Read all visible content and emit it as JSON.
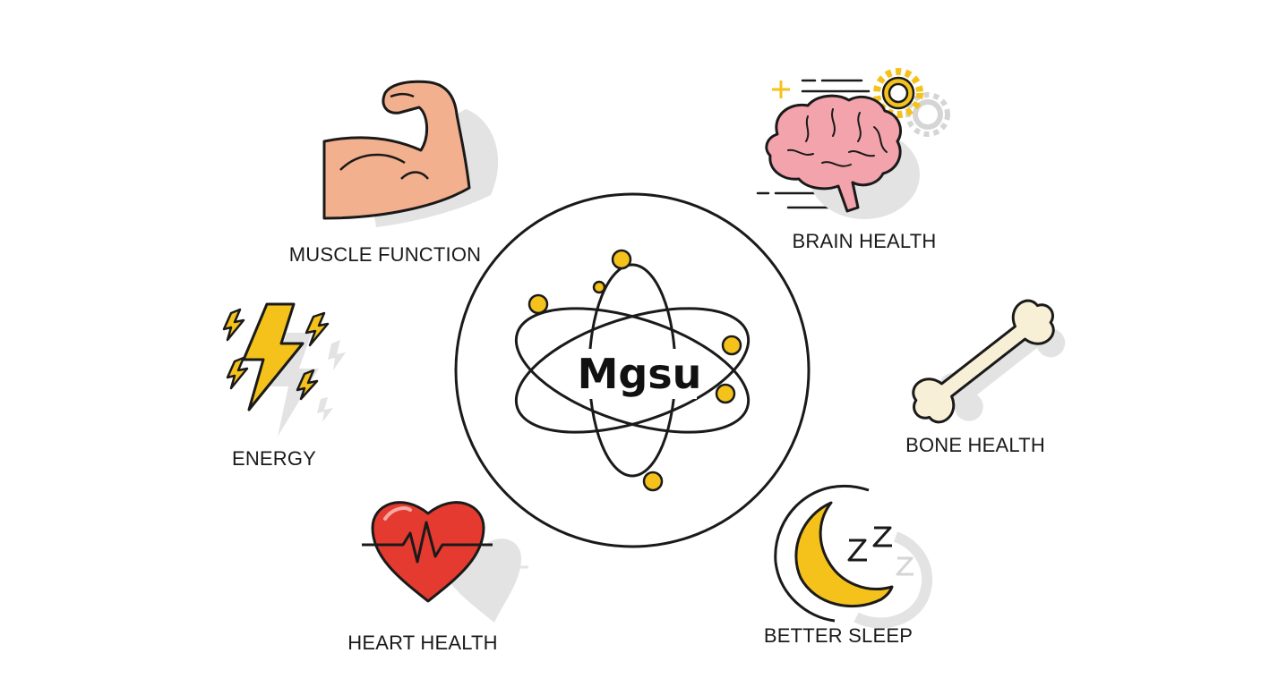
{
  "center": {
    "label": "Mgsu"
  },
  "benefits": [
    {
      "id": "muscle",
      "label": "MUSCLE FUNCTION",
      "icon": "flexed-arm-icon"
    },
    {
      "id": "brain",
      "label": "BRAIN HEALTH",
      "icon": "brain-gears-icon"
    },
    {
      "id": "energy",
      "label": "ENERGY",
      "icon": "lightning-bolt-icon"
    },
    {
      "id": "bone",
      "label": "BONE HEALTH",
      "icon": "bone-icon"
    },
    {
      "id": "heart",
      "label": "HEART HEALTH",
      "icon": "heart-pulse-icon"
    },
    {
      "id": "sleep",
      "label": "BETTER SLEEP",
      "icon": "moon-sleep-icon"
    }
  ],
  "colors": {
    "outline": "#1a1a1a",
    "gold": "#f5c21b",
    "muscle": "#f2b08e",
    "brain": "#f2a3ab",
    "bone": "#f8f0d6",
    "heart": "#e43a2f",
    "shadow": "#e3e3e3"
  }
}
